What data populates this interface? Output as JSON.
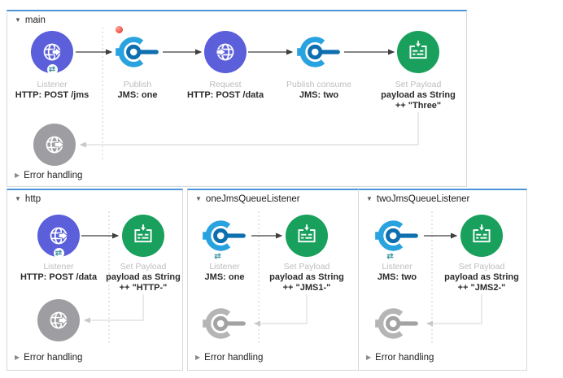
{
  "icons": {
    "collapse_open": "▼",
    "collapse_closed": "▶",
    "exchange_badge": "⇄"
  },
  "colors": {
    "http_connector_purple": "#5b5fd9",
    "jms_light_blue": "#29a3df",
    "jms_dark_blue": "#0d6fb0",
    "set_payload_green": "#18a05c",
    "breakpoint_red": "#ec4b41",
    "selected_flow_top_border": "#4c96d6",
    "disabled_gray": "#9e9ea2"
  },
  "flows": {
    "main": {
      "title": "main",
      "error_handling": "Error handling",
      "steps": {
        "listener": {
          "name": "Listener",
          "config": "HTTP: POST /jms"
        },
        "publish": {
          "name": "Publish",
          "config": "JMS: one"
        },
        "request": {
          "name": "Request",
          "config": "HTTP: POST /data"
        },
        "publish_consume": {
          "name": "Publish consume",
          "config": "JMS: two"
        },
        "set_payload": {
          "name": "Set Payload",
          "config_line1": "payload as String",
          "config_line2": "++ \"Three\""
        }
      }
    },
    "http": {
      "title": "http",
      "error_handling": "Error handling",
      "steps": {
        "listener": {
          "name": "Listener",
          "config": "HTTP: POST /data"
        },
        "set_payload": {
          "name": "Set Payload",
          "config_line1": "payload as String",
          "config_line2": "++ \"HTTP-\""
        }
      }
    },
    "one": {
      "title": "oneJmsQueueListener",
      "error_handling": "Error handling",
      "steps": {
        "listener": {
          "name": "Listener",
          "config": "JMS: one"
        },
        "set_payload": {
          "name": "Set Payload",
          "config_line1": "payload as String",
          "config_line2": "++ \"JMS1-\""
        }
      }
    },
    "two": {
      "title": "twoJmsQueueListener",
      "error_handling": "Error handling",
      "steps": {
        "listener": {
          "name": "Listener",
          "config": "JMS: two"
        },
        "set_payload": {
          "name": "Set Payload",
          "config_line1": "payload as String",
          "config_line2": "++ \"JMS2-\""
        }
      }
    }
  }
}
